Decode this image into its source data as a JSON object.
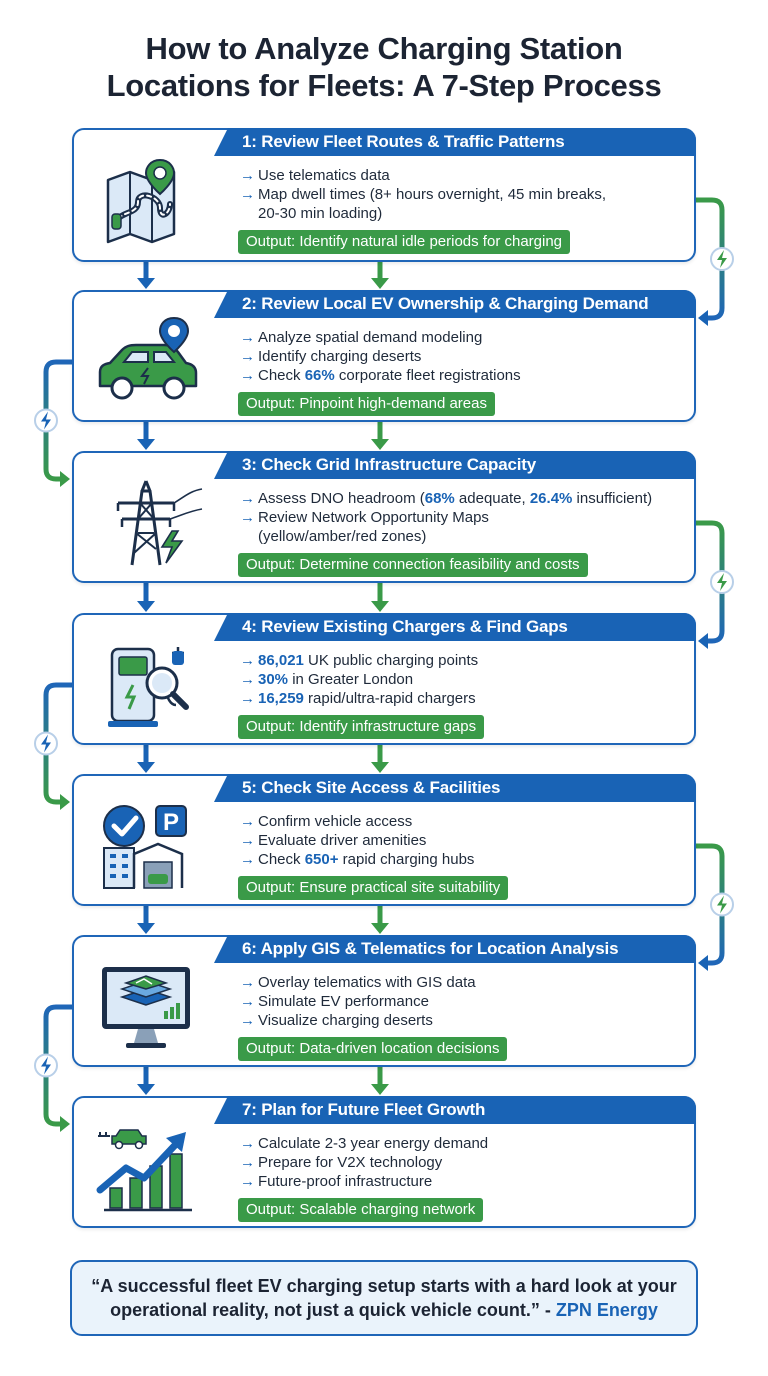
{
  "title": {
    "line1": "How to Analyze Charging Station",
    "line2": "Locations for Fleets: A 7-Step Process"
  },
  "steps": [
    {
      "heading": "1: Review Fleet Routes & Traffic Patterns",
      "icon": "map-route-icon",
      "bullets": [
        {
          "pre": "Use telematics data",
          "hl": "",
          "post": ""
        },
        {
          "pre": "Map dwell times (8+ hours overnight, 45 min breaks,",
          "hl": "",
          "post": ""
        },
        {
          "pre": "20-30 min loading)",
          "hl": "",
          "post": "",
          "cont": true
        }
      ],
      "output": "Output: Identify natural idle periods for charging"
    },
    {
      "heading": "2: Review Local EV Ownership & Charging Demand",
      "icon": "electric-car-icon",
      "bullets": [
        {
          "pre": "Analyze spatial demand modeling",
          "hl": "",
          "post": ""
        },
        {
          "pre": "Identify charging deserts",
          "hl": "",
          "post": ""
        },
        {
          "pre": "Check ",
          "hl": "66%",
          "post": " corporate fleet registrations"
        }
      ],
      "output": "Output: Pinpoint high-demand areas"
    },
    {
      "heading": "3: Check Grid Infrastructure Capacity",
      "icon": "power-pylon-icon",
      "bullets": [
        {
          "pre": "Assess DNO headroom (",
          "hl": "68%",
          "post": " adequate, ",
          "hl2": "26.4%",
          "post2": " insufficient)"
        },
        {
          "pre": "Review Network Opportunity Maps",
          "hl": "",
          "post": ""
        },
        {
          "pre": "(yellow/amber/red zones)",
          "hl": "",
          "post": "",
          "cont": true
        }
      ],
      "output": "Output: Determine connection feasibility and costs"
    },
    {
      "heading": "4: Review Existing Chargers & Find Gaps",
      "icon": "charger-search-icon",
      "bullets": [
        {
          "pre": "",
          "hl": "86,021",
          "post": " UK public charging points"
        },
        {
          "pre": "",
          "hl": "30%",
          "post": " in Greater London"
        },
        {
          "pre": "",
          "hl": "16,259",
          "post": " rapid/ultra-rapid chargers"
        }
      ],
      "output": "Output: Identify infrastructure gaps"
    },
    {
      "heading": "5: Check Site Access & Facilities",
      "icon": "parking-building-icon",
      "bullets": [
        {
          "pre": "Confirm vehicle access",
          "hl": "",
          "post": ""
        },
        {
          "pre": "Evaluate driver amenities",
          "hl": "",
          "post": ""
        },
        {
          "pre": "Check ",
          "hl": "650+",
          "post": " rapid charging hubs"
        }
      ],
      "output": "Output: Ensure practical site suitability"
    },
    {
      "heading": "6: Apply GIS & Telematics for Location Analysis",
      "icon": "gis-monitor-icon",
      "bullets": [
        {
          "pre": "Overlay telematics with GIS data",
          "hl": "",
          "post": ""
        },
        {
          "pre": "Simulate EV performance",
          "hl": "",
          "post": ""
        },
        {
          "pre": "Visualize charging deserts",
          "hl": "",
          "post": ""
        }
      ],
      "output": "Output: Data-driven location decisions"
    },
    {
      "heading": "7: Plan for Future Fleet Growth",
      "icon": "growth-chart-icon",
      "bullets": [
        {
          "pre": "Calculate 2-3 year energy demand",
          "hl": "",
          "post": ""
        },
        {
          "pre": "Prepare for V2X technology",
          "hl": "",
          "post": ""
        },
        {
          "pre": "Future-proof infrastructure",
          "hl": "",
          "post": ""
        }
      ],
      "output": "Output: Scalable charging network"
    }
  ],
  "quote": {
    "line1": "“A successful fleet EV charging setup starts with a hard look at your",
    "line2_text": "operational reality, not just a quick vehicle count.” - ",
    "source": "ZPN Energy"
  },
  "colors": {
    "blue": "#1963b5",
    "green": "#3a9a48",
    "light_blue": "#eaf3fb"
  }
}
